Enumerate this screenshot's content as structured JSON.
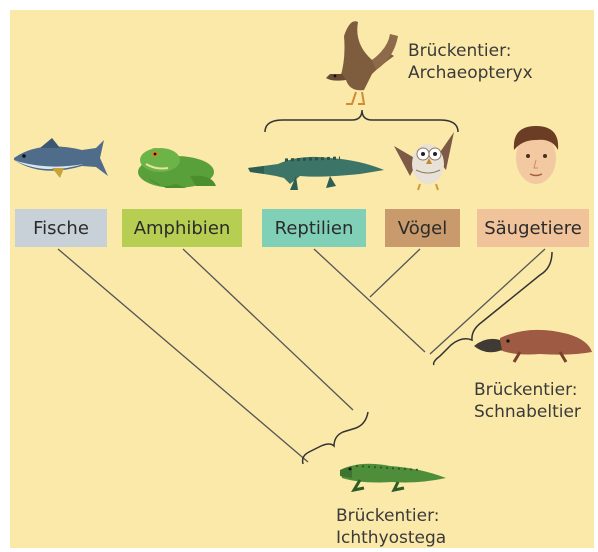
{
  "groups": [
    {
      "key": "fische",
      "label": "Fische",
      "color": "#c8d0d8"
    },
    {
      "key": "amphibien",
      "label": "Amphibien",
      "color": "#b6cf52"
    },
    {
      "key": "reptilien",
      "label": "Reptilien",
      "color": "#7fd0b6"
    },
    {
      "key": "voegel",
      "label": "Vögel",
      "color": "#c99a6c"
    },
    {
      "key": "saeugetiere",
      "label": "Säugetiere",
      "color": "#f1c39b"
    }
  ],
  "bridges": {
    "archaeopteryx": {
      "line1": "Brückentier:",
      "line2": "Archaeopteryx"
    },
    "schnabeltier": {
      "line1": "Brückentier:",
      "line2": "Schnabeltier"
    },
    "ichthyostega": {
      "line1": "Brückentier:",
      "line2": "Ichthyostega"
    }
  },
  "icons": [
    "fish-icon",
    "frog-icon",
    "crocodile-icon",
    "owl-icon",
    "human-face-icon",
    "archaeopteryx-icon",
    "platypus-icon",
    "ichthyostega-icon"
  ]
}
